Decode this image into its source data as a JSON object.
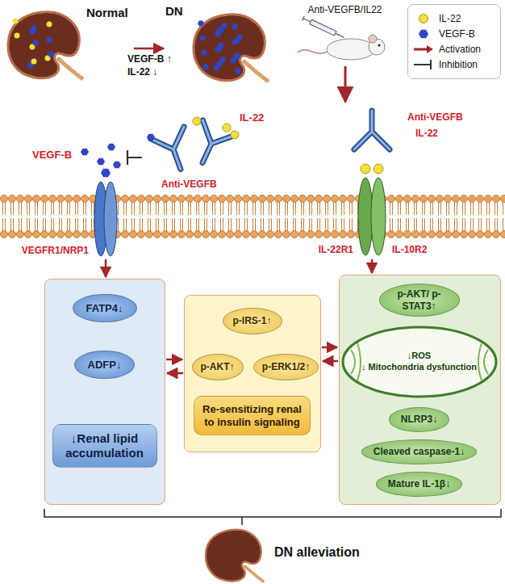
{
  "diagram": {
    "nodes": [
      {
        "text": [
          "Normal"
        ]
      },
      {
        "text": [
          "DN"
        ]
      },
      {
        "text": [
          "Anti-VEGFB/IL22"
        ]
      },
      {
        "text": [
          "VEGFR1/NRP1"
        ]
      },
      {
        "text": [
          "IL-22R1",
          "IL-10R2"
        ]
      },
      {
        "text": []
      },
      {
        "text": [
          "FATP4↓"
        ],
        "in": 5
      },
      {
        "text": [
          "ADFP↓"
        ],
        "in": 5
      },
      {
        "text": [
          "↓Renal lipid accumulation"
        ],
        "in": 5
      },
      {
        "text": []
      },
      {
        "text": [
          "p-IRS-1↑"
        ],
        "in": 9
      },
      {
        "text": [
          "p-AKT↑"
        ],
        "in": 9
      },
      {
        "text": [
          "p-ERK1/2↑"
        ],
        "in": 9
      },
      {
        "text": [
          "Re-sensitizing renal to insulin signaling"
        ],
        "in": 9
      },
      {
        "text": []
      },
      {
        "text": [
          "p-AKT/ p-STAT3↑"
        ],
        "in": 14
      },
      {
        "text": [
          "↓ROS",
          "↓ Mitochondria dysfunction"
        ],
        "in": 14
      },
      {
        "text": [
          "NLRP3↓"
        ],
        "in": 14
      },
      {
        "text": [
          "Cleaved caspase-1↓"
        ],
        "in": 14
      },
      {
        "text": [
          "Mature IL-1β↓"
        ],
        "in": 14
      },
      {
        "text": [
          "DN alleviation"
        ]
      }
    ],
    "edges": [
      {
        "from": 0,
        "to": 1,
        "arrow": "to"
      },
      {
        "from": 3,
        "to": 5,
        "arrow": "to"
      },
      {
        "from": 4,
        "to": 14,
        "arrow": "to"
      },
      {
        "from": 6,
        "to": 7,
        "arrow": "to"
      },
      {
        "from": 7,
        "to": 8,
        "arrow": "to"
      },
      {
        "from": 5,
        "to": 9,
        "arrow": "to"
      },
      {
        "from": 9,
        "to": 5,
        "arrow": "to"
      },
      {
        "from": 10,
        "to": 11,
        "arrow": "to"
      },
      {
        "from": 10,
        "to": 12,
        "arrow": "to"
      },
      {
        "from": 11,
        "to": 13,
        "arrow": "to"
      },
      {
        "from": 9,
        "to": 14,
        "arrow": "to"
      },
      {
        "from": 14,
        "to": 9,
        "arrow": "to"
      },
      {
        "from": 15,
        "to": 16,
        "arrow": "to"
      },
      {
        "from": 16,
        "to": 17,
        "arrow": "to"
      },
      {
        "from": 17,
        "to": 18,
        "arrow": "to"
      },
      {
        "from": 18,
        "to": 19,
        "arrow": "to"
      }
    ],
    "labels": [
      "VEGF-B ↑",
      "IL-22 ↓",
      "VEGF-B",
      "IL-22",
      "Anti-VEGFB",
      "Anti-VEGFB",
      "IL-22"
    ],
    "legend": [
      {
        "text": "IL-22",
        "color": "#f2e13c"
      },
      {
        "text": "VEGF-B",
        "color": "#2f45c4"
      },
      {
        "text": "Activation"
      },
      {
        "text": "Inhibition"
      }
    ]
  }
}
